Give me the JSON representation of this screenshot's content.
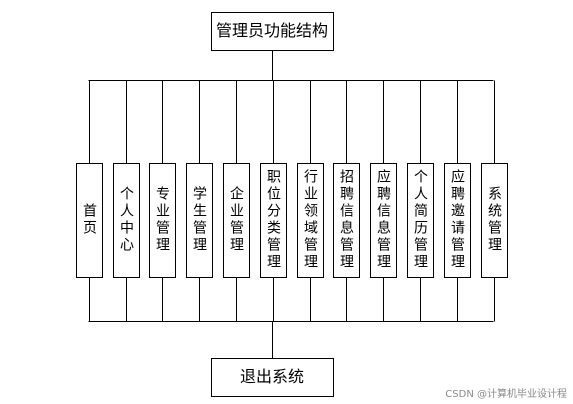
{
  "diagram": {
    "title": "管理员功能结构",
    "footer": "退出系统",
    "modules": [
      "首页",
      "个人中心",
      "专业管理",
      "学生管理",
      "企业管理",
      "职位分类管理",
      "行业领域管理",
      "招聘信息管理",
      "应聘信息管理",
      "个人简历管理",
      "应聘邀请管理",
      "系统管理"
    ]
  },
  "watermark": "CSDN @计算机毕业设计程"
}
